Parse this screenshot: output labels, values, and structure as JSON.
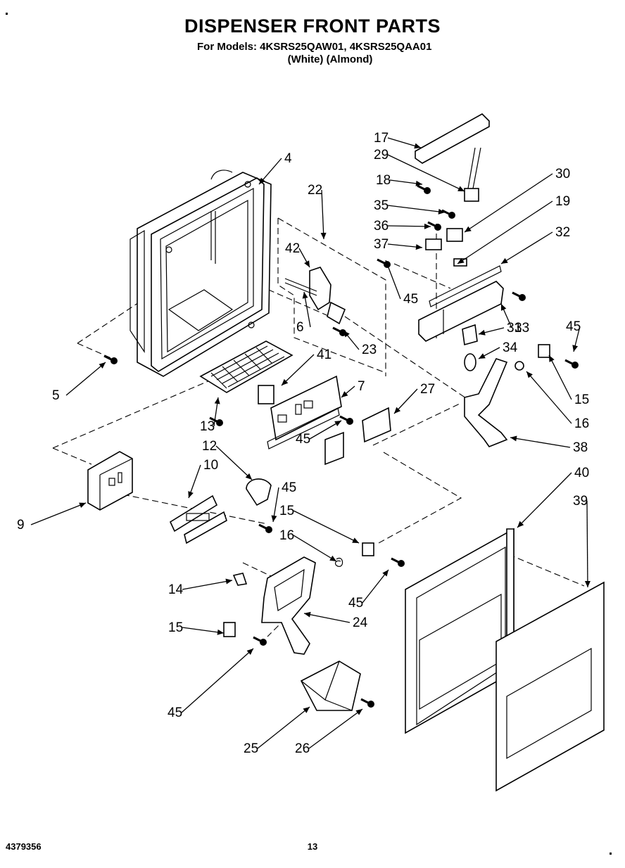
{
  "header": {
    "title": "DISPENSER FRONT PARTS",
    "models_line": "For Models: 4KSRS25QAW01, 4KSRS25QAA01",
    "colors_line": "(White)  (Almond)"
  },
  "footer": {
    "doc_number": "4379356",
    "page_number": "13"
  },
  "callouts": [
    "17",
    "29",
    "18",
    "30",
    "35",
    "19",
    "36",
    "32",
    "37",
    "4",
    "22",
    "42",
    "45",
    "6",
    "31",
    "33",
    "45",
    "23",
    "34",
    "5",
    "41",
    "15",
    "7",
    "27",
    "16",
    "13",
    "45",
    "38",
    "12",
    "40",
    "10",
    "45",
    "39",
    "9",
    "15",
    "16",
    "14",
    "45",
    "24",
    "15",
    "45",
    "25",
    "26"
  ]
}
